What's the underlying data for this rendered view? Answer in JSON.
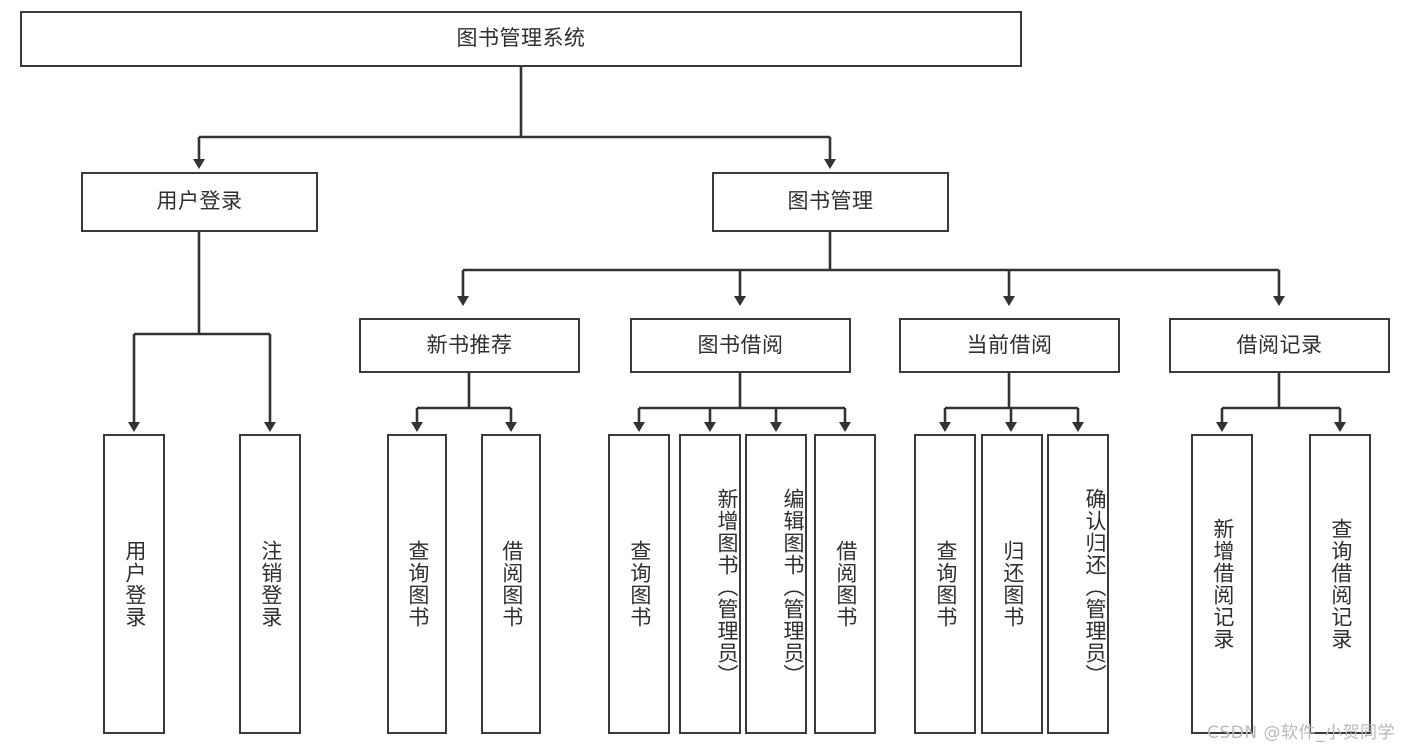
{
  "diagram": {
    "type": "tree-hierarchy",
    "title": "图书管理系统",
    "root": {
      "label": "图书管理系统",
      "children": [
        {
          "label": "用户登录",
          "children": [
            {
              "label": "用户登录"
            },
            {
              "label": "注销登录"
            }
          ]
        },
        {
          "label": "图书管理",
          "children": [
            {
              "label": "新书推荐",
              "children": [
                {
                  "label": "查询图书"
                },
                {
                  "label": "借阅图书"
                }
              ]
            },
            {
              "label": "图书借阅",
              "children": [
                {
                  "label": "查询图书"
                },
                {
                  "label": "新增图书（管理员）"
                },
                {
                  "label": "编辑图书（管理员）"
                },
                {
                  "label": "借阅图书"
                }
              ]
            },
            {
              "label": "当前借阅",
              "children": [
                {
                  "label": "查询图书"
                },
                {
                  "label": "归还图书"
                },
                {
                  "label": "确认归还（管理员）"
                }
              ]
            },
            {
              "label": "借阅记录",
              "children": [
                {
                  "label": "新增借阅记录"
                },
                {
                  "label": "查询借阅记录"
                }
              ]
            }
          ]
        }
      ]
    },
    "nodes": {
      "root": "图书管理系统",
      "l1_user_login": "用户登录",
      "l1_book_manage": "图书管理",
      "l2_new_book": "新书推荐",
      "l2_book_borrow": "图书借阅",
      "l2_current_borrow": "当前借阅",
      "l2_borrow_record": "借阅记录",
      "leaf_user_login": "用户登录",
      "leaf_user_logout": "注销登录",
      "leaf_nb_query": "查询图书",
      "leaf_nb_borrow": "借阅图书",
      "leaf_bb_query": "查询图书",
      "leaf_bb_add": "新增图书（管理员）",
      "leaf_bb_edit": "编辑图书（管理员）",
      "leaf_bb_borrow": "借阅图书",
      "leaf_cb_query": "查询图书",
      "leaf_cb_return": "归还图书",
      "leaf_cb_confirm": "确认归还（管理员）",
      "leaf_br_add": "新增借阅记录",
      "leaf_br_query": "查询借阅记录"
    },
    "colors": {
      "border": "#3a3a3a",
      "text": "#2f2f2f",
      "background": "#ffffff",
      "connector": "#333333",
      "watermark": "#b9b9b9"
    }
  },
  "watermark": {
    "text": "CSDN @软件_小贺同学"
  }
}
